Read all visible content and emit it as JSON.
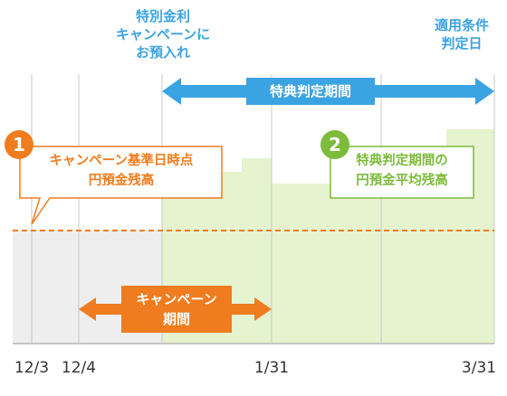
{
  "headers": {
    "special_rate_deposit": "特別金利\nキャンペーンに\nお預入れ",
    "condition_apply_date": "適用条件\n判定日"
  },
  "periods": {
    "benefit_period": "特典判定期間",
    "campaign_period": "キャンペーン\n期間"
  },
  "callouts": [
    {
      "number": "1",
      "text": "キャンペーン基準日時点\n円預金残高"
    },
    {
      "number": "2",
      "text": "特典判定期間の\n円預金平均残高"
    }
  ],
  "x_labels": [
    "12/3",
    "12/4",
    "1/31",
    "3/31"
  ],
  "colors": {
    "blue": "#3aa3e2",
    "orange": "#ef7c1e",
    "green": "#7dbb3b",
    "green_fill": "#e6f3cf",
    "gray_fill": "#eeeeee",
    "grid": "#c8c8c8"
  }
}
